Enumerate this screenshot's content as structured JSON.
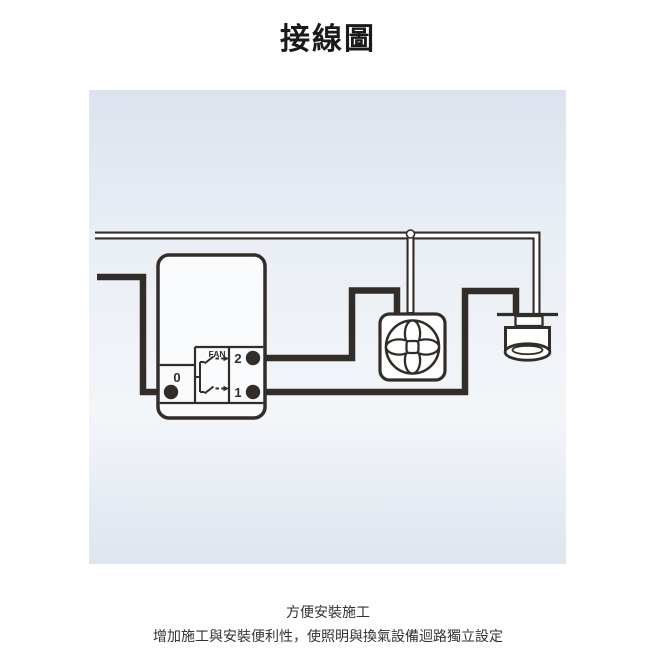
{
  "title": "接線圖",
  "diagram": {
    "switch": {
      "terminal_0_label": "0",
      "fan_module_label": "FAN",
      "terminal_2_label": "2",
      "terminal_1_label": "1"
    },
    "colors": {
      "line": "#322d28",
      "panel_top": "#dce3ee",
      "panel_middle": "#f3f6f9",
      "panel_bottom": "#dee5ef"
    }
  },
  "caption": {
    "line1": "方便安裝施工",
    "line2": "增加施工與安裝便利性，使照明與換氣設備迴路獨立設定"
  }
}
